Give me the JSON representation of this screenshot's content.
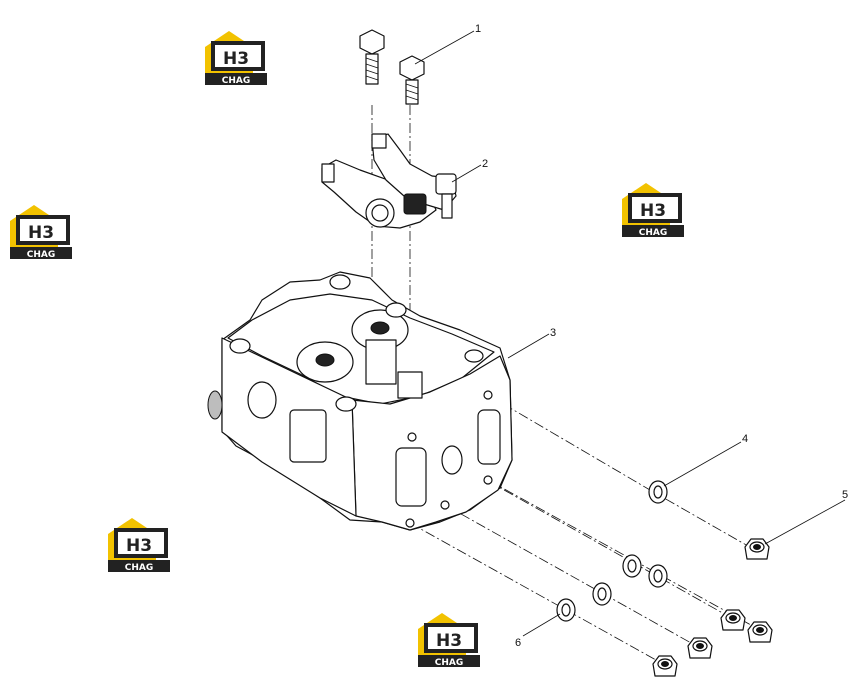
{
  "callouts": [
    {
      "id": "1",
      "label": "1"
    },
    {
      "id": "2",
      "label": "2"
    },
    {
      "id": "3",
      "label": "3"
    },
    {
      "id": "4",
      "label": "4"
    },
    {
      "id": "5",
      "label": "5"
    },
    {
      "id": "6",
      "label": "6"
    }
  ],
  "watermark": {
    "top_text": "H3",
    "bottom_text": "CHAG",
    "accent_color": "#f2c200",
    "dark_color": "#222222"
  },
  "colors": {
    "line": "#111111",
    "background": "#ffffff"
  }
}
